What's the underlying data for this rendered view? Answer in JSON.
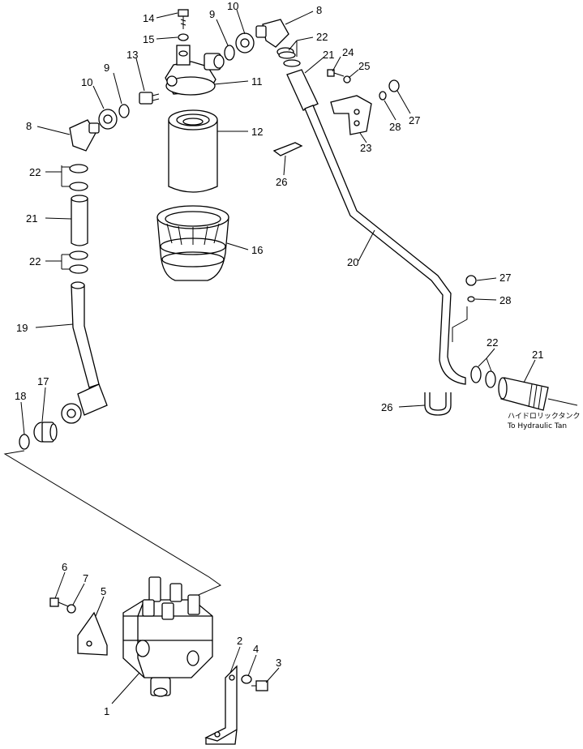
{
  "labels": [
    {
      "id": "14",
      "text": "14"
    },
    {
      "id": "10a",
      "text": "10"
    },
    {
      "id": "9a",
      "text": "9"
    },
    {
      "id": "8a",
      "text": "8"
    },
    {
      "id": "15",
      "text": "15"
    },
    {
      "id": "22a",
      "text": "22"
    },
    {
      "id": "13",
      "text": "13"
    },
    {
      "id": "9b",
      "text": "9"
    },
    {
      "id": "21a",
      "text": "21"
    },
    {
      "id": "24",
      "text": "24"
    },
    {
      "id": "11",
      "text": "11"
    },
    {
      "id": "25",
      "text": "25"
    },
    {
      "id": "10b",
      "text": "10"
    },
    {
      "id": "8b",
      "text": "8"
    },
    {
      "id": "12",
      "text": "12"
    },
    {
      "id": "28a",
      "text": "28"
    },
    {
      "id": "27a",
      "text": "27"
    },
    {
      "id": "23",
      "text": "23"
    },
    {
      "id": "22b",
      "text": "22"
    },
    {
      "id": "26a",
      "text": "26"
    },
    {
      "id": "21b",
      "text": "21"
    },
    {
      "id": "16",
      "text": "16"
    },
    {
      "id": "22c",
      "text": "22"
    },
    {
      "id": "20",
      "text": "20"
    },
    {
      "id": "27b",
      "text": "27"
    },
    {
      "id": "28b",
      "text": "28"
    },
    {
      "id": "19",
      "text": "19"
    },
    {
      "id": "22d",
      "text": "22"
    },
    {
      "id": "21c",
      "text": "21"
    },
    {
      "id": "17",
      "text": "17"
    },
    {
      "id": "18",
      "text": "18"
    },
    {
      "id": "26b",
      "text": "26"
    },
    {
      "id": "6",
      "text": "6"
    },
    {
      "id": "7",
      "text": "7"
    },
    {
      "id": "5",
      "text": "5"
    },
    {
      "id": "2",
      "text": "2"
    },
    {
      "id": "4",
      "text": "4"
    },
    {
      "id": "3",
      "text": "3"
    },
    {
      "id": "1",
      "text": "1"
    }
  ],
  "note": {
    "jp": "ハイドロリックタンク",
    "en": "To Hydraulic Tan"
  }
}
